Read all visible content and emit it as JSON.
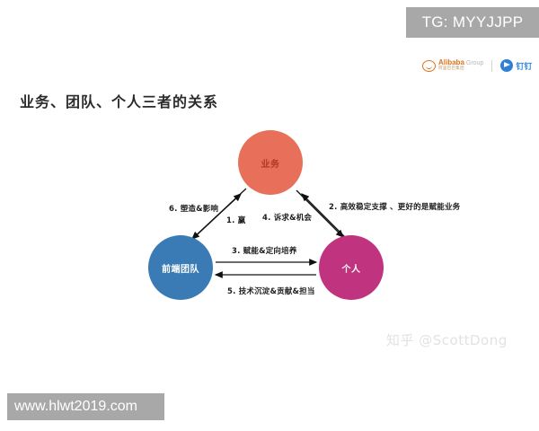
{
  "watermarks": {
    "tg_banner": "TG: MYYJJPP",
    "url_banner": "www.hlwt2019.com",
    "zhihu": "知乎 @ScottDong"
  },
  "logos": {
    "alibaba": {
      "en": "Alibaba",
      "group": "Group",
      "cn": "阿里巴巴集团"
    },
    "dingtalk": {
      "name": "钉钉"
    }
  },
  "slide": {
    "title": "业务、团队、个人三者的关系"
  },
  "chart_data": {
    "type": "diagram",
    "title": "业务、团队、个人三者的关系",
    "nodes": [
      {
        "id": "business",
        "label": "业务",
        "color": "#E8705A",
        "text_color": "#B23A26",
        "position": "top"
      },
      {
        "id": "team",
        "label": "前端团队",
        "color": "#3A7BB5",
        "text_color": "#FFFFFF",
        "position": "bottom-left"
      },
      {
        "id": "person",
        "label": "个人",
        "color": "#C0337F",
        "text_color": "#FFFFFF",
        "position": "bottom-right"
      }
    ],
    "edges": [
      {
        "num": "1",
        "label": "1. 赢",
        "from": "team",
        "to": "business"
      },
      {
        "num": "2",
        "label": "2. 高效稳定支撑 、更好的是赋能业务",
        "from": "person",
        "to": "business"
      },
      {
        "num": "3",
        "label": "3. 赋能&定向培养",
        "from": "team",
        "to": "person"
      },
      {
        "num": "4",
        "label": "4. 诉求&机会",
        "from": "business",
        "to": "person"
      },
      {
        "num": "5",
        "label": "5. 技术沉淀&贡献&担当",
        "from": "person",
        "to": "team"
      },
      {
        "num": "6",
        "label": "6. 塑造&影响",
        "from": "business",
        "to": "team"
      }
    ]
  }
}
